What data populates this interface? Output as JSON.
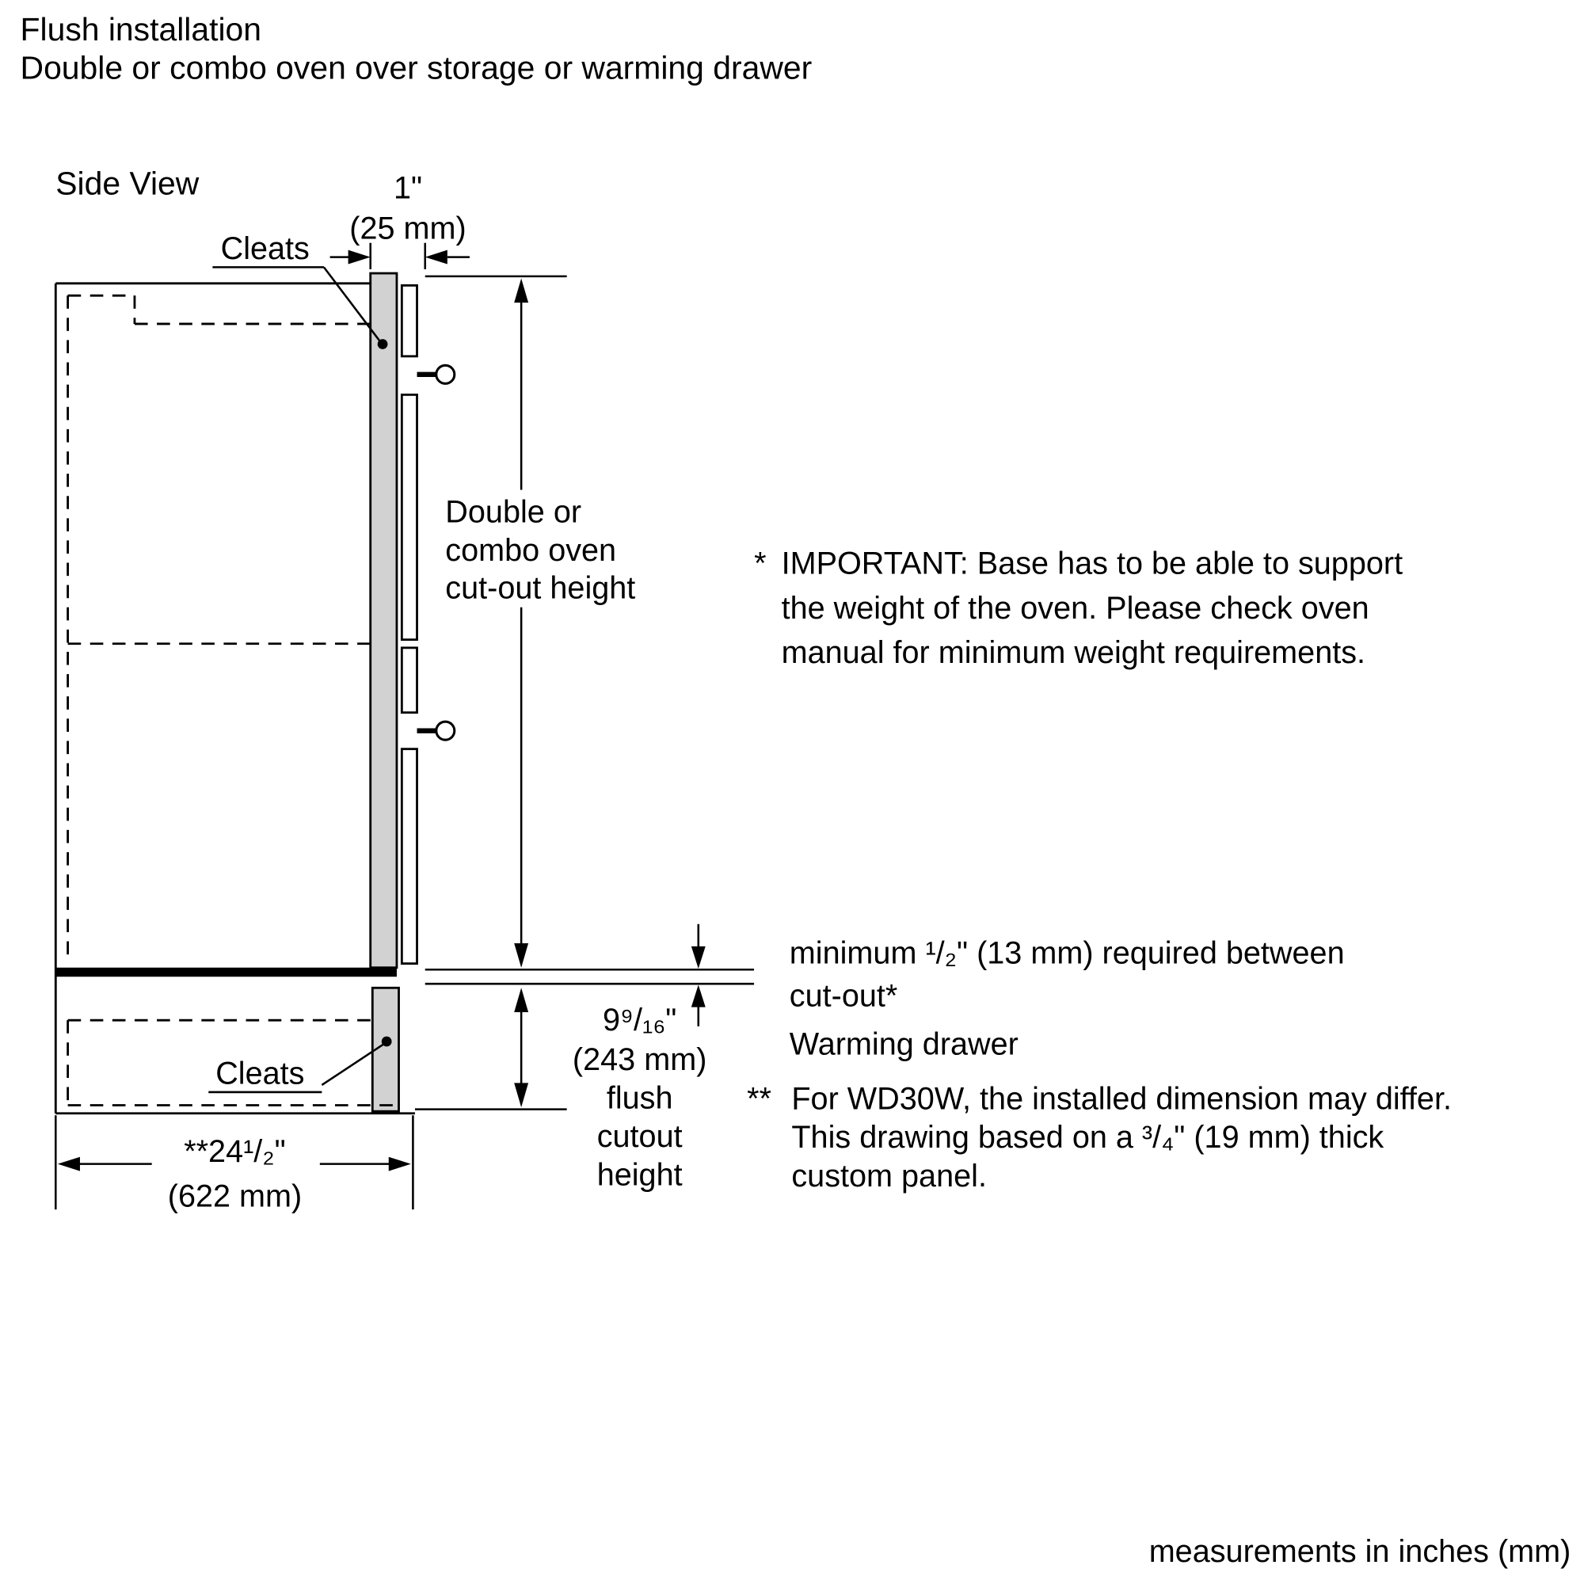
{
  "header": {
    "title_line1": "Flush installation",
    "title_line2": "Double or combo oven over storage or warming drawer"
  },
  "diagram": {
    "side_view": "Side View",
    "cleats_top": "Cleats",
    "cleats_bottom": "Cleats",
    "dim_panel": {
      "inches": "1\"",
      "mm": "(25 mm)"
    },
    "dim_oven_cutout": {
      "line1": "Double or",
      "line2": "combo oven",
      "line3": "cut-out height"
    },
    "dim_drawer_cutout": {
      "line1": "9⁹/₁₆\"",
      "line2": "(243 mm)",
      "line3": "flush",
      "line4": "cutout",
      "line5": "height"
    },
    "dim_width": {
      "inches": "**24¹/₂\"",
      "mm": "(622 mm)"
    }
  },
  "notes": {
    "important": {
      "marker": "*",
      "line1": "IMPORTANT: Base has to be able to support",
      "line2": "the weight of the oven. Please check oven",
      "line3": "manual for minimum weight requirements."
    },
    "minimum_gap": {
      "line1": "minimum ¹/₂\" (13 mm) required between",
      "line2": "cut-out*"
    },
    "warming_drawer": "Warming drawer",
    "wd30w": {
      "marker": "**",
      "line1": "For WD30W, the installed dimension may differ.",
      "line2": "This drawing based on a ³/₄\" (19 mm) thick",
      "line3": "custom panel."
    }
  },
  "footer": {
    "note": "measurements in inches (mm)"
  }
}
